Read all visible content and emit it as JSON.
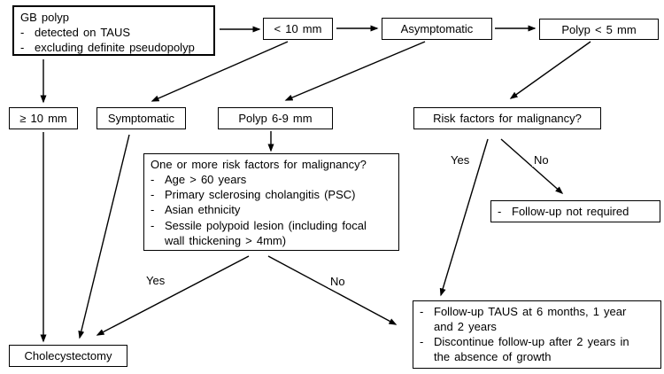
{
  "diagram": {
    "background_color": "#ffffff",
    "line_color": "#000000",
    "bullet_marker": "-",
    "nodes": {
      "gb_polyp": {
        "title": "GB polyp",
        "bullets": [
          "detected on TAUS",
          "excluding definite pseudopolyp"
        ]
      },
      "lt_10mm": {
        "label": "< 10 mm"
      },
      "asymptomatic": {
        "label": "Asymptomatic"
      },
      "polyp_lt_5mm": {
        "label": "Polyp < 5 mm"
      },
      "ge_10mm": {
        "label": "≥ 10 mm"
      },
      "symptomatic": {
        "label": "Symptomatic"
      },
      "polyp_6_9mm": {
        "label": "Polyp 6-9 mm"
      },
      "risk_factors_question": {
        "label": "Risk factors for malignancy?"
      },
      "risk_factors_list": {
        "title": "One or more risk factors for malignancy?",
        "bullets": [
          "Age > 60 years",
          "Primary sclerosing cholangitis (PSC)",
          "Asian ethnicity",
          "Sessile polypoid lesion (including focal\nwall thickening > 4mm)"
        ]
      },
      "follow_up_not_required": {
        "bullets": [
          "Follow-up not required"
        ]
      },
      "cholecystectomy": {
        "label": "Cholecystectomy"
      },
      "follow_up_plan": {
        "bullets": [
          "Follow-up TAUS at 6 months, 1 year\nand 2 years",
          "Discontinue follow-up after 2 years in\nthe absence of growth"
        ]
      }
    },
    "edge_labels": {
      "yes_left": "Yes",
      "no_center": "No",
      "yes_right": "Yes",
      "no_right": "No"
    }
  }
}
